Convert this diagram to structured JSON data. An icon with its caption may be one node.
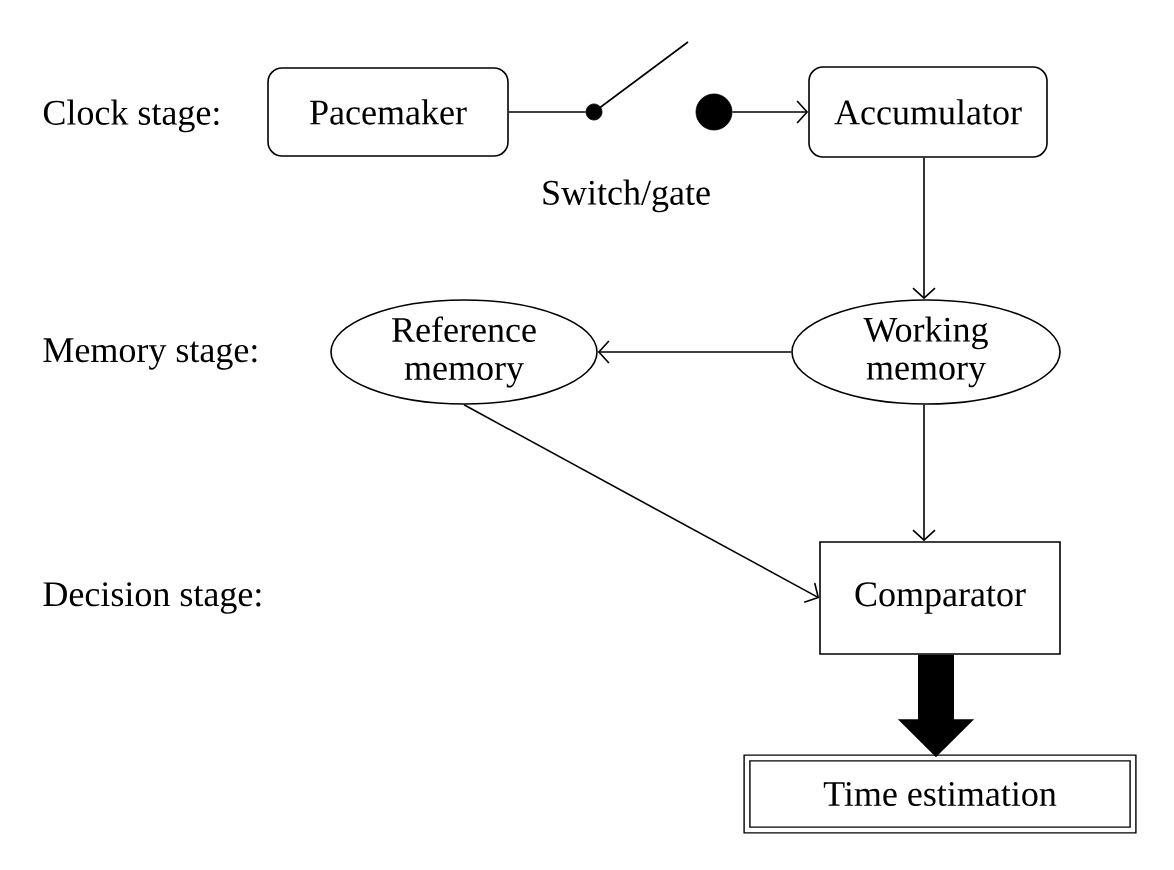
{
  "diagram": {
    "nodes": [
      {
        "text": [
          "Pacemaker"
        ]
      },
      {
        "text": [],
        "shape": "circle"
      },
      {
        "text": [],
        "shape": "circle"
      },
      {
        "text": [
          "Accumulator"
        ]
      },
      {
        "text": [
          "Reference memory"
        ]
      },
      {
        "text": [
          "Working memory"
        ]
      },
      {
        "text": [
          "Comparator"
        ]
      },
      {
        "text": [
          "Time estimation"
        ]
      }
    ],
    "edges": [
      {
        "from": 0,
        "to": 1,
        "arrow": "none"
      },
      {
        "from": 2,
        "to": 3,
        "arrow": "to"
      },
      {
        "from": 3,
        "to": 5,
        "arrow": "to"
      },
      {
        "from": 5,
        "to": 4,
        "arrow": "to"
      },
      {
        "from": 4,
        "to": 6,
        "arrow": "to"
      },
      {
        "from": 5,
        "to": 6,
        "arrow": "to"
      },
      {
        "from": 6,
        "to": 7,
        "arrow": "to",
        "style": "thick"
      }
    ],
    "labels": [
      "Clock stage:",
      "Switch/gate",
      "Memory stage:",
      "Decision stage:"
    ]
  }
}
